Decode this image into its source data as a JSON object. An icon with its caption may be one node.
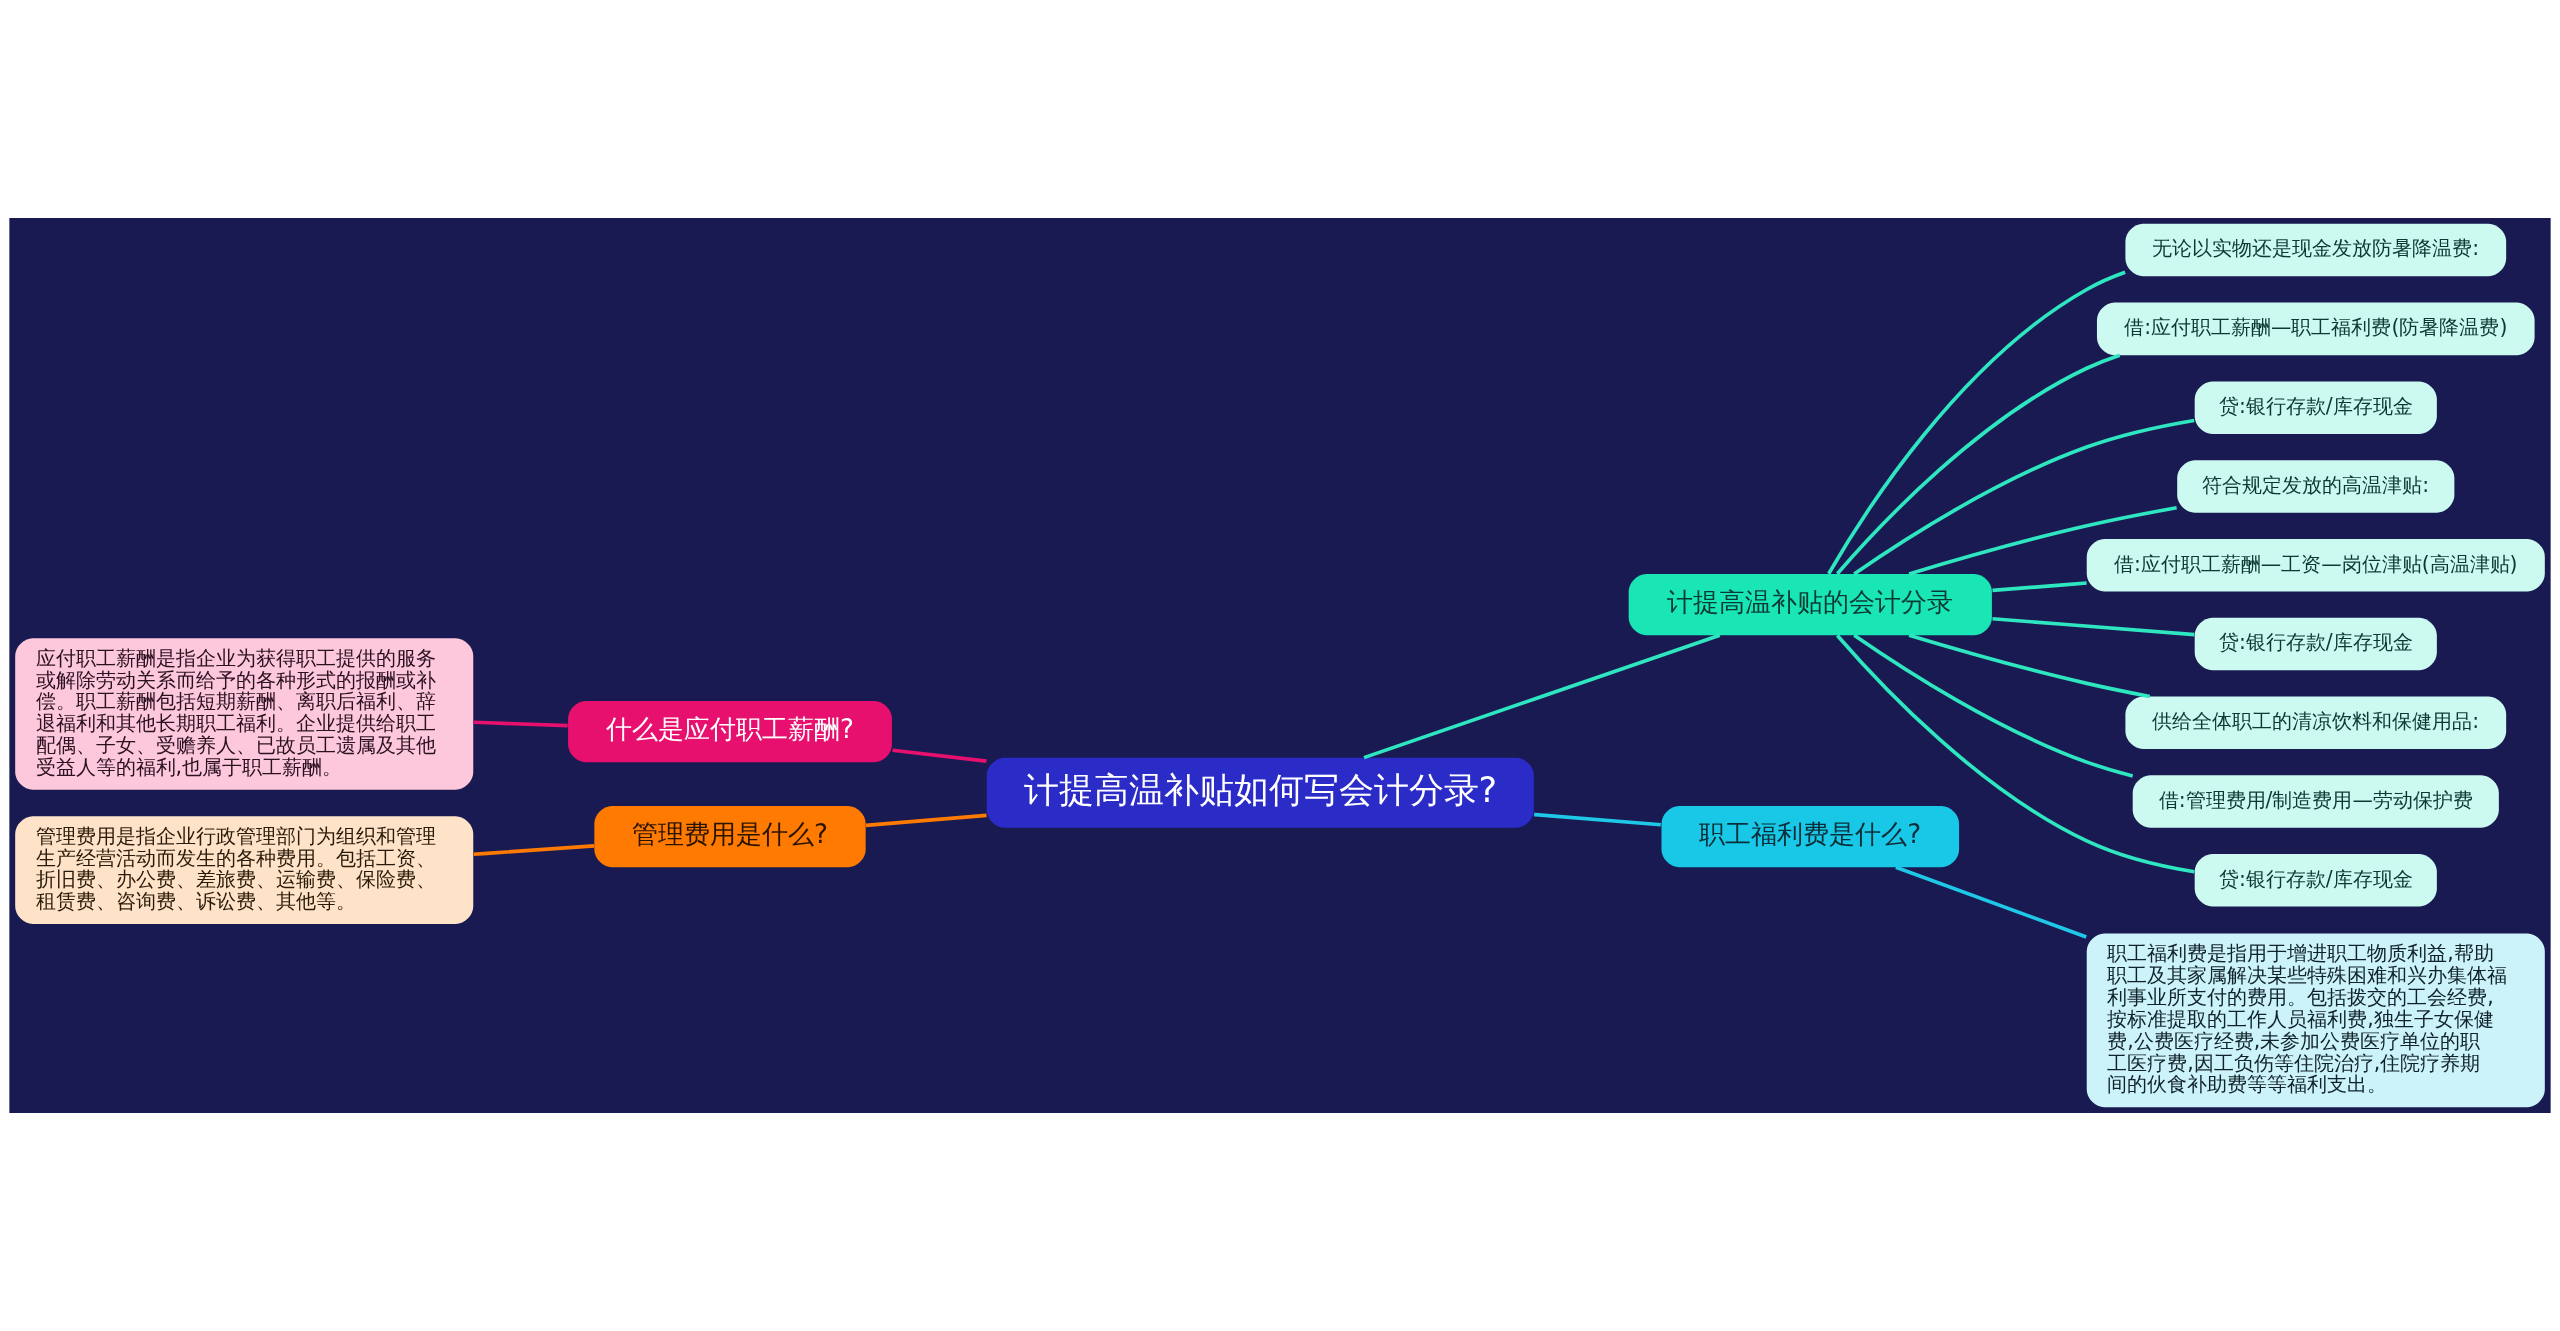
{
  "diagram": {
    "nodes": [
      {
        "text": [
          "计提高温补贴如何写会计分录?"
        ]
      },
      {
        "text": [
          "计提高温补贴的会计分录"
        ]
      },
      {
        "text": [
          "无论以实物还是现金发放防暑降温费:"
        ]
      },
      {
        "text": [
          "借:应付职工薪酬—职工福利费(防暑降温费)"
        ]
      },
      {
        "text": [
          "贷:银行存款/库存现金"
        ]
      },
      {
        "text": [
          "符合规定发放的高温津贴:"
        ]
      },
      {
        "text": [
          "借:应付职工薪酬—工资—岗位津贴(高温津贴)"
        ]
      },
      {
        "text": [
          "贷:银行存款/库存现金"
        ]
      },
      {
        "text": [
          "供给全体职工的清凉饮料和保健用品:"
        ]
      },
      {
        "text": [
          "借:管理费用/制造费用—劳动保护费"
        ]
      },
      {
        "text": [
          "贷:银行存款/库存现金"
        ]
      },
      {
        "text": [
          "职工福利费是什么?"
        ]
      },
      {
        "text": [
          "职工福利费是指用于增进职工物质利益,帮助职工及其家属解决某些特殊困难和兴办集体福利事业所支付的费用。包括拨交的工会经费,按标准提取的工作人员福利费,独生子女保健费,公费医疗经费,未参加公费医疗单位的职工医疗费,因工负伤等住院治疗,住院疗养期间的伙食补助费等等福利支出。"
        ]
      },
      {
        "text": [
          "什么是应付职工薪酬?"
        ]
      },
      {
        "text": [
          "应付职工薪酬是指企业为获得职工提供的服务或解除劳动关系而给予的各种形式的报酬或补偿。职工薪酬包括短期薪酬、离职后福利、辞退福利和其他长期职工福利。企业提供给职工配偶、子女、受赡养人、已故员工遗属及其他受益人等的福利,也属于职工薪酬。"
        ]
      },
      {
        "text": [
          "管理费用是什么?"
        ]
      },
      {
        "text": [
          "管理费用是指企业行政管理部门为组织和管理生产经营活动而发生的各种费用。包括工资、折旧费、办公费、差旅费、运输费、保险费、租赁费、咨询费、诉讼费、其他等。"
        ]
      }
    ],
    "edges": [
      {
        "from": 0,
        "to": 1,
        "arrow": "none"
      },
      {
        "from": 1,
        "to": 2,
        "arrow": "none"
      },
      {
        "from": 1,
        "to": 3,
        "arrow": "none"
      },
      {
        "from": 1,
        "to": 4,
        "arrow": "none"
      },
      {
        "from": 1,
        "to": 5,
        "arrow": "none"
      },
      {
        "from": 1,
        "to": 6,
        "arrow": "none"
      },
      {
        "from": 1,
        "to": 7,
        "arrow": "none"
      },
      {
        "from": 1,
        "to": 8,
        "arrow": "none"
      },
      {
        "from": 1,
        "to": 9,
        "arrow": "none"
      },
      {
        "from": 1,
        "to": 10,
        "arrow": "none"
      },
      {
        "from": 0,
        "to": 11,
        "arrow": "none",
        "color": "#1ec8e6"
      },
      {
        "from": 11,
        "to": 12,
        "arrow": "none",
        "color": "#1ec8e6"
      },
      {
        "from": 0,
        "to": 13,
        "arrow": "none",
        "color": "#e8106e"
      },
      {
        "from": 13,
        "to": 14,
        "arrow": "none",
        "color": "#e8106e"
      },
      {
        "from": 0,
        "to": 15,
        "arrow": "none",
        "color": "#ff7a00"
      },
      {
        "from": 15,
        "to": 16,
        "arrow": "none",
        "color": "#ff7a00"
      }
    ]
  }
}
